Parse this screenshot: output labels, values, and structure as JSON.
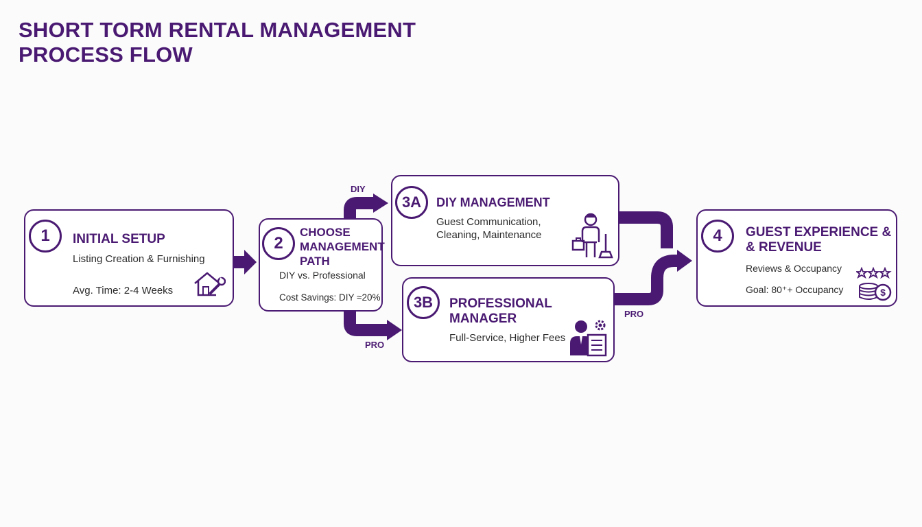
{
  "title": {
    "line1": "SHORT TORM RENTAL MANAGEMENT",
    "line2": "PROCESS FLOW"
  },
  "colors": {
    "accent": "#4a1a72",
    "box_background": "#ffffff",
    "page_background": "#fbfbfb"
  },
  "steps": {
    "s1": {
      "number": "1",
      "title": "INITIAL SETUP",
      "desc": "Listing Creation & Furnishing",
      "note": "Avg. Time: 2-4 Weeks",
      "icon": "house-wrench-icon"
    },
    "s2": {
      "number": "2",
      "title_lines": [
        "CHOOSE",
        "MANAGEMENT",
        "PATH"
      ],
      "desc": "DIY vs. Professional",
      "note": "Cost Savings: DIY ≈20%"
    },
    "s3a": {
      "number": "3A",
      "title": "DIY MANAGEMENT",
      "desc_lines": [
        "Guest Communication,",
        "Cleaning, Maintenance"
      ],
      "icon": "cleaner-with-toolbox-icon"
    },
    "s3b": {
      "number": "3B",
      "title_lines": [
        "PROFESSIONAL",
        "MANAGER"
      ],
      "desc": "Full-Service, Higher Fees",
      "icon": "manager-with-gear-clipboard-icon"
    },
    "s4": {
      "number": "4",
      "title_lines": [
        "GUEST EXPERIENCE &",
        "& REVENUE"
      ],
      "desc": "Reviews & Occupancy",
      "note": "Goal: 80⁺+ Occupancy",
      "icons": [
        "three-stars-icon",
        "coin-stack-icon"
      ]
    }
  },
  "connectors": {
    "diy_label": "DIY",
    "pro_label_left": "PRO",
    "pro_label_right": "PRO"
  }
}
